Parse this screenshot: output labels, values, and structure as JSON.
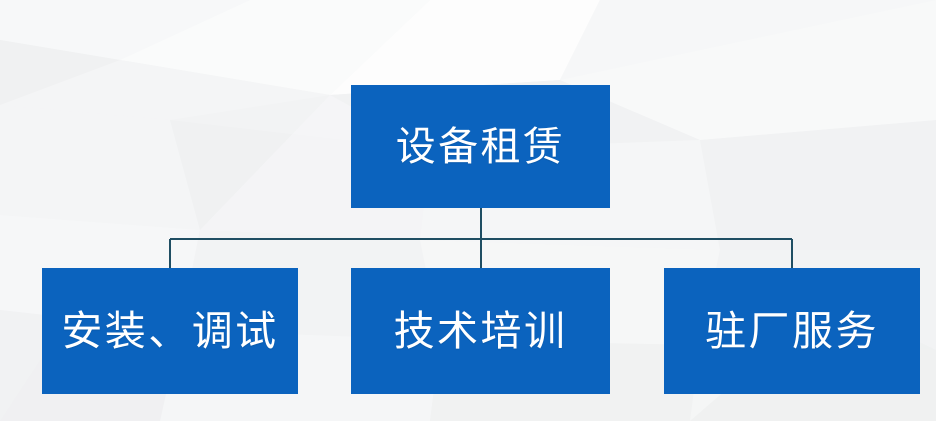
{
  "diagram": {
    "type": "org-chart",
    "title_text": "设备租赁",
    "background_color": "#f3f4f5",
    "box_color": "#0b63be",
    "box_text_color": "#ffffff",
    "connector_color": "#1f4e63",
    "root": {
      "id": "root",
      "label": "设备租赁",
      "name": "equipment-rental"
    },
    "children": [
      {
        "id": "child-0",
        "label": "安装、调试",
        "name": "installation-debugging"
      },
      {
        "id": "child-1",
        "label": "技术培训",
        "name": "technical-training"
      },
      {
        "id": "child-2",
        "label": "驻厂服务",
        "name": "on-site-factory-service"
      }
    ]
  }
}
